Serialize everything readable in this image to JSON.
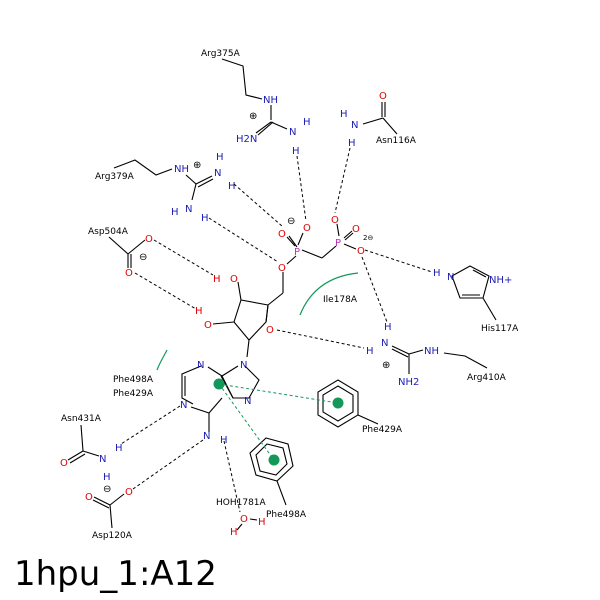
{
  "diagram": {
    "title": "1hpu_1:A12",
    "colors": {
      "nitrogen": "#1c1cb5",
      "oxygen": "#e00000",
      "phosphorus": "#c030c0",
      "hydrophobic": "#13985a",
      "black": "#000000"
    },
    "residues": {
      "arg375": "Arg375A",
      "asn116": "Asn116A",
      "arg379": "Arg379A",
      "asp504": "Asp504A",
      "his117": "His117A",
      "ile178": "Ile178A",
      "arg410": "Arg410A",
      "phe498_429": "Phe498A",
      "phe429_498": "Phe429A",
      "asn431": "Asn431A",
      "phe429": "Phe429A",
      "phe498": "Phe498A",
      "hoh1781": "HOH1781A",
      "asp120": "Asp120A"
    },
    "atoms": {
      "N": "N",
      "NH": "NH",
      "NH2": "NH2",
      "H2N": "H2N",
      "H": "H",
      "O": "O",
      "P": "P",
      "NHplus": "NH+"
    },
    "charges": {
      "plus": "⊕",
      "minus": "⊖",
      "dianion": "2⊖"
    }
  }
}
